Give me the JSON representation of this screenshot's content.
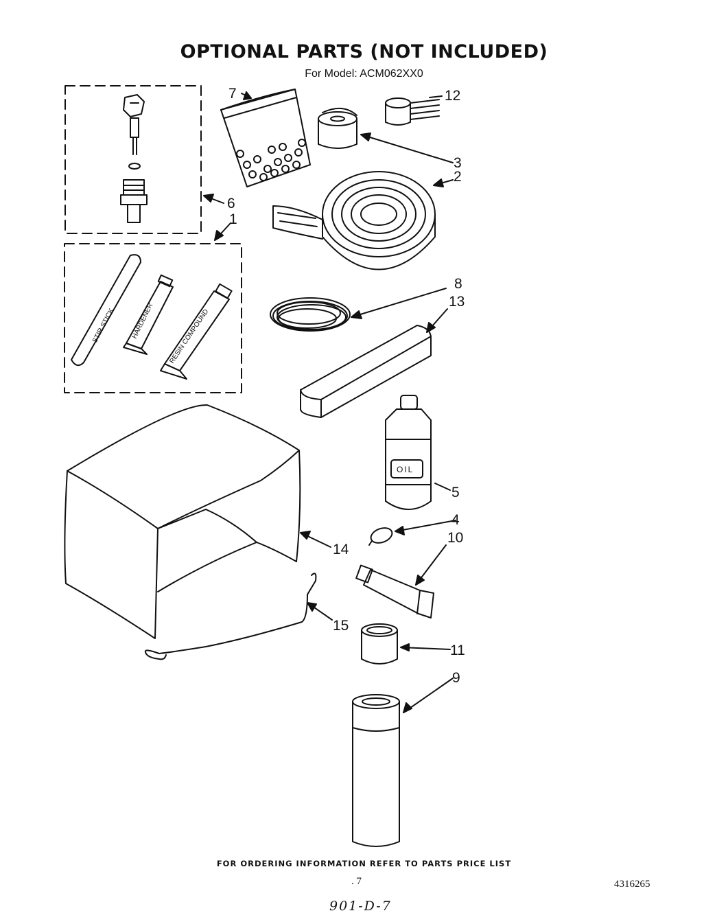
{
  "header": {
    "title": "OPTIONAL PARTS (NOT INCLUDED)",
    "model_line": "For Model: ACM062XX0"
  },
  "callouts": [
    {
      "id": "c1",
      "text": "1"
    },
    {
      "id": "c2",
      "text": "2"
    },
    {
      "id": "c3",
      "text": "3"
    },
    {
      "id": "c4",
      "text": "4"
    },
    {
      "id": "c5",
      "text": "5"
    },
    {
      "id": "c6",
      "text": "6"
    },
    {
      "id": "c7",
      "text": "7"
    },
    {
      "id": "c8",
      "text": "8"
    },
    {
      "id": "c9",
      "text": "9"
    },
    {
      "id": "c10",
      "text": "10"
    },
    {
      "id": "c11",
      "text": "11"
    },
    {
      "id": "c12",
      "text": "12"
    },
    {
      "id": "c13",
      "text": "13"
    },
    {
      "id": "c14",
      "text": "14"
    },
    {
      "id": "c15",
      "text": "15"
    }
  ],
  "part_labels": {
    "stir_stick": "STIR STICK",
    "hardener": "HARDENER",
    "resin_compound": "RESIN COMPOUND",
    "oil": "OIL"
  },
  "footer": {
    "ordering_note": "FOR ORDERING INFORMATION REFER TO PARTS PRICE LIST",
    "page_number": ". 7",
    "document_number": "4316265",
    "handwritten_code": "901-D-7"
  }
}
